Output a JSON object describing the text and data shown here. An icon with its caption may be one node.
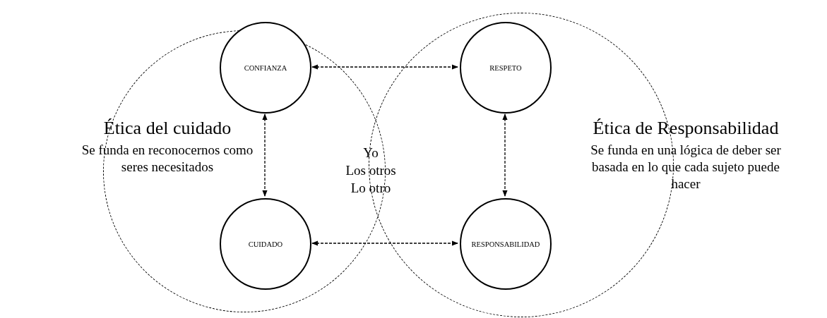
{
  "diagram": {
    "nodes": [
      {
        "text": [
          "Ética del cuidado",
          "Se funda en reconocernos como seres necesitados"
        ]
      },
      {
        "text": [
          "Ética de Responsabilidad",
          "Se funda en una lógica de deber ser basada en lo que cada sujeto puede hacer"
        ]
      },
      {
        "text": [
          "CONFIANZA"
        ],
        "in": 0
      },
      {
        "text": [
          "RESPETO"
        ],
        "in": 1
      },
      {
        "text": [
          "CUIDADO"
        ],
        "in": 0
      },
      {
        "text": [
          "RESPONSABILIDAD"
        ],
        "in": 1
      }
    ],
    "edges": [
      {
        "from": 2,
        "to": 3,
        "arrow": "both",
        "style": "dashed"
      },
      {
        "from": 2,
        "to": 4,
        "arrow": "both",
        "style": "dashed"
      },
      {
        "from": 3,
        "to": 5,
        "arrow": "both",
        "style": "dashed"
      },
      {
        "from": 4,
        "to": 5,
        "arrow": "both",
        "style": "dashed"
      }
    ],
    "labels": [
      "Yo",
      "Los otros",
      "Lo otro"
    ]
  }
}
